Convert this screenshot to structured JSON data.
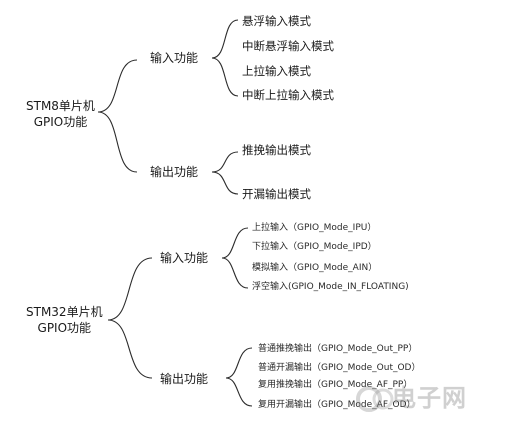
{
  "stm8": {
    "root_line1": "STM8单片机",
    "root_line2": "GPIO功能",
    "input_label": "输入功能",
    "output_label": "输出功能",
    "input_modes": [
      "悬浮输入模式",
      "中断悬浮输入模式",
      "上拉输入模式",
      "中断上拉输入模式"
    ],
    "output_modes": [
      "推挽输出模式",
      "开漏输出模式"
    ]
  },
  "stm32": {
    "root_line1": "STM32单片机",
    "root_line2": "GPIO功能",
    "input_label": "输入功能",
    "output_label": "输出功能",
    "input_modes": [
      "上拉输入（GPIO_Mode_IPU）",
      "下拉输入（GPIO_Mode_IPD）",
      "模拟输入（GPIO_Mode_AIN）",
      "浮空输入(GPIO_Mode_IN_FLOATING)"
    ],
    "output_modes": [
      "普通推挽输出（GPIO_Mode_Out_PP）",
      "普通开漏输出（GPIO_Mode_Out_OD）",
      "复用推挽输出（GPIO_Mode_AF_PP）",
      "复用开漏输出（GPIO_Mode_AF_OD）"
    ]
  },
  "watermark": "电子网"
}
